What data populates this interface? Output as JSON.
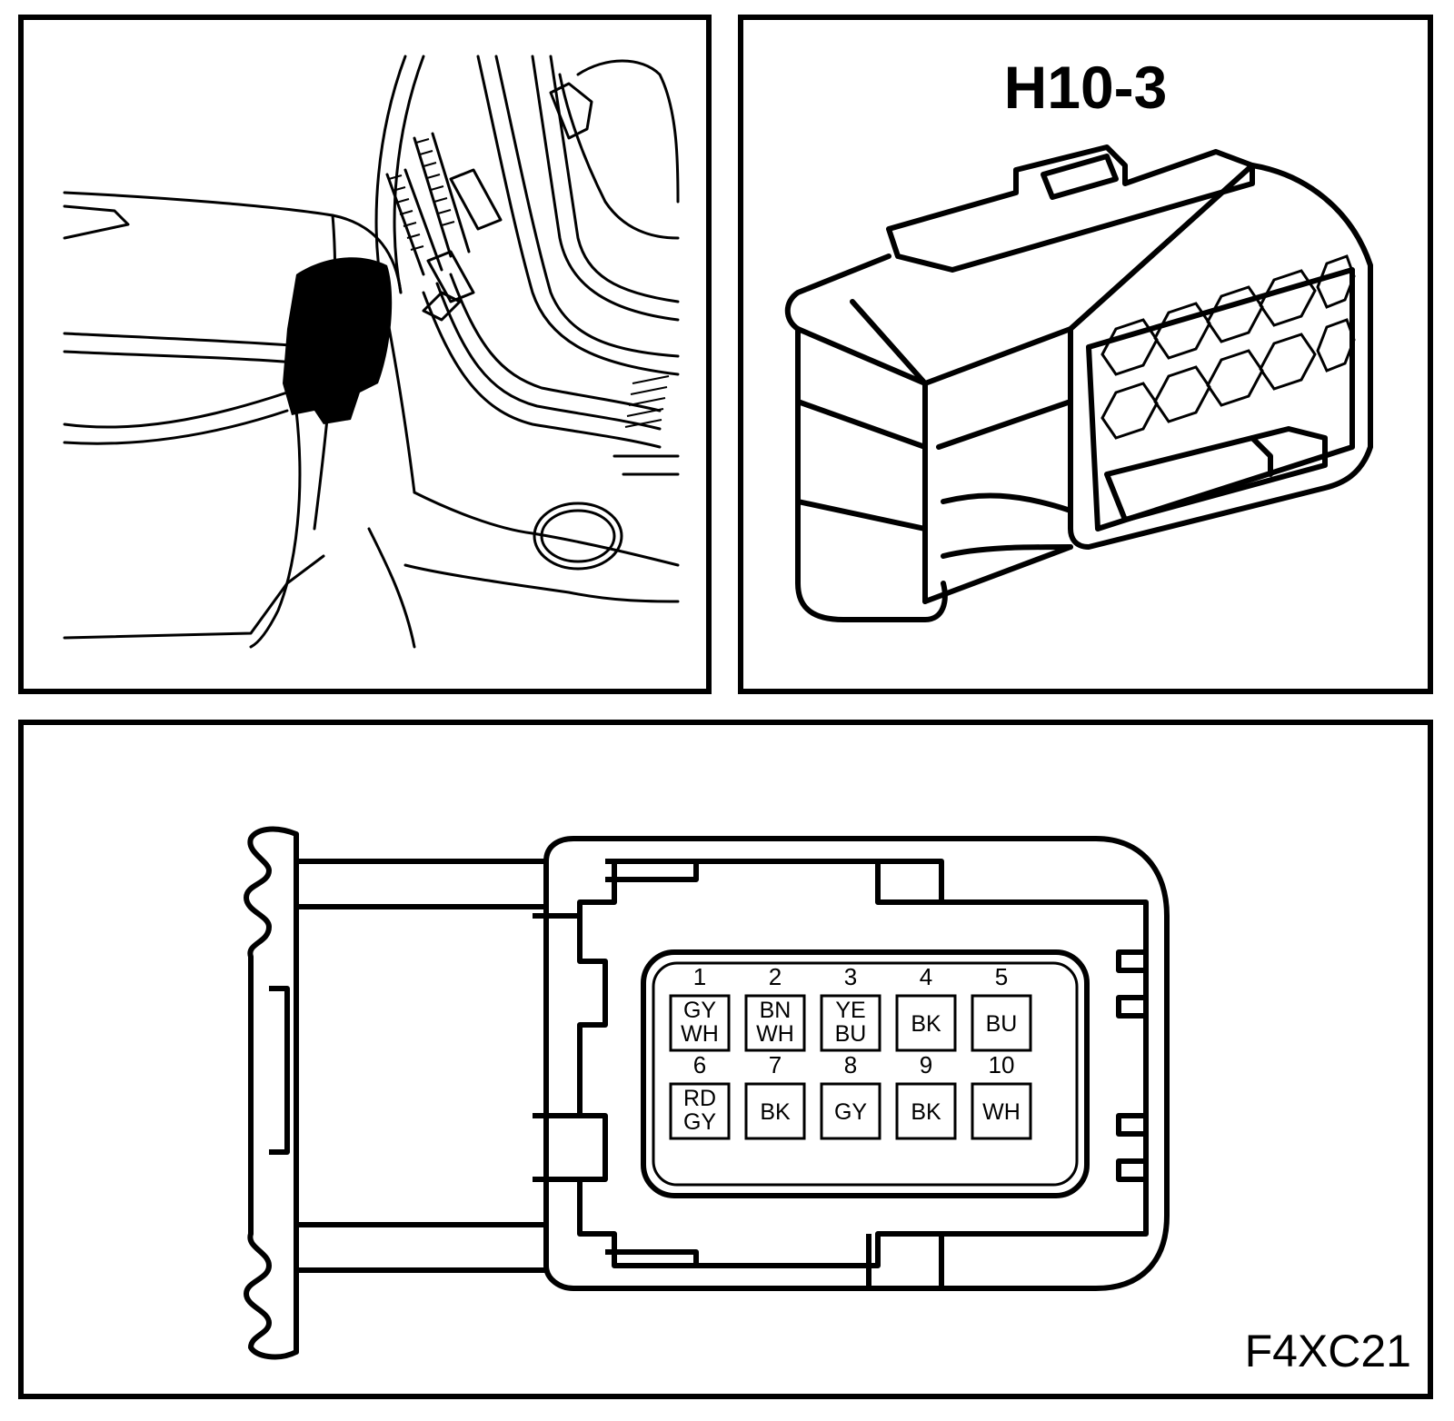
{
  "connector": {
    "id": "H10-3",
    "pins": [
      {
        "num": "1",
        "wire": [
          "GY",
          "WH"
        ]
      },
      {
        "num": "2",
        "wire": [
          "BN",
          "WH"
        ]
      },
      {
        "num": "3",
        "wire": [
          "YE",
          "BU"
        ]
      },
      {
        "num": "4",
        "wire": [
          "BK"
        ]
      },
      {
        "num": "5",
        "wire": [
          "BU"
        ]
      },
      {
        "num": "6",
        "wire": [
          "RD",
          "GY"
        ]
      },
      {
        "num": "7",
        "wire": [
          "BK"
        ]
      },
      {
        "num": "8",
        "wire": [
          "GY"
        ]
      },
      {
        "num": "9",
        "wire": [
          "BK"
        ]
      },
      {
        "num": "10",
        "wire": [
          "WH"
        ]
      }
    ]
  },
  "figure_code": "F4XC21"
}
